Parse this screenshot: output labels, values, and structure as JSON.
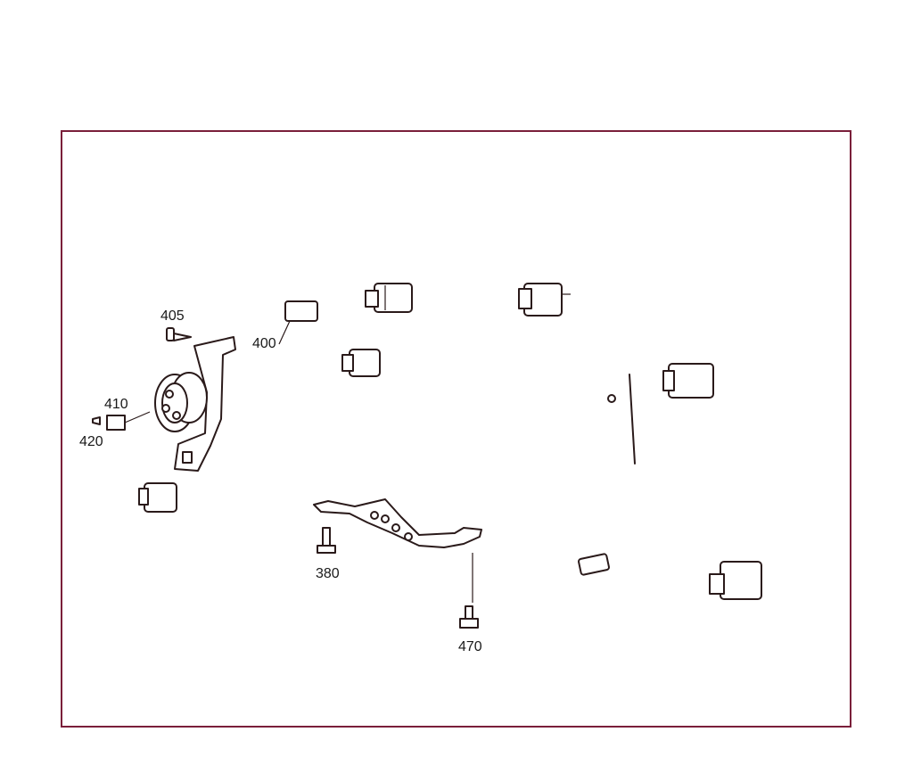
{
  "diagram": {
    "part_labels": {
      "p400": "400",
      "p405": "405",
      "p410": "410",
      "p420": "420",
      "p380": "380",
      "p470": "470"
    }
  }
}
